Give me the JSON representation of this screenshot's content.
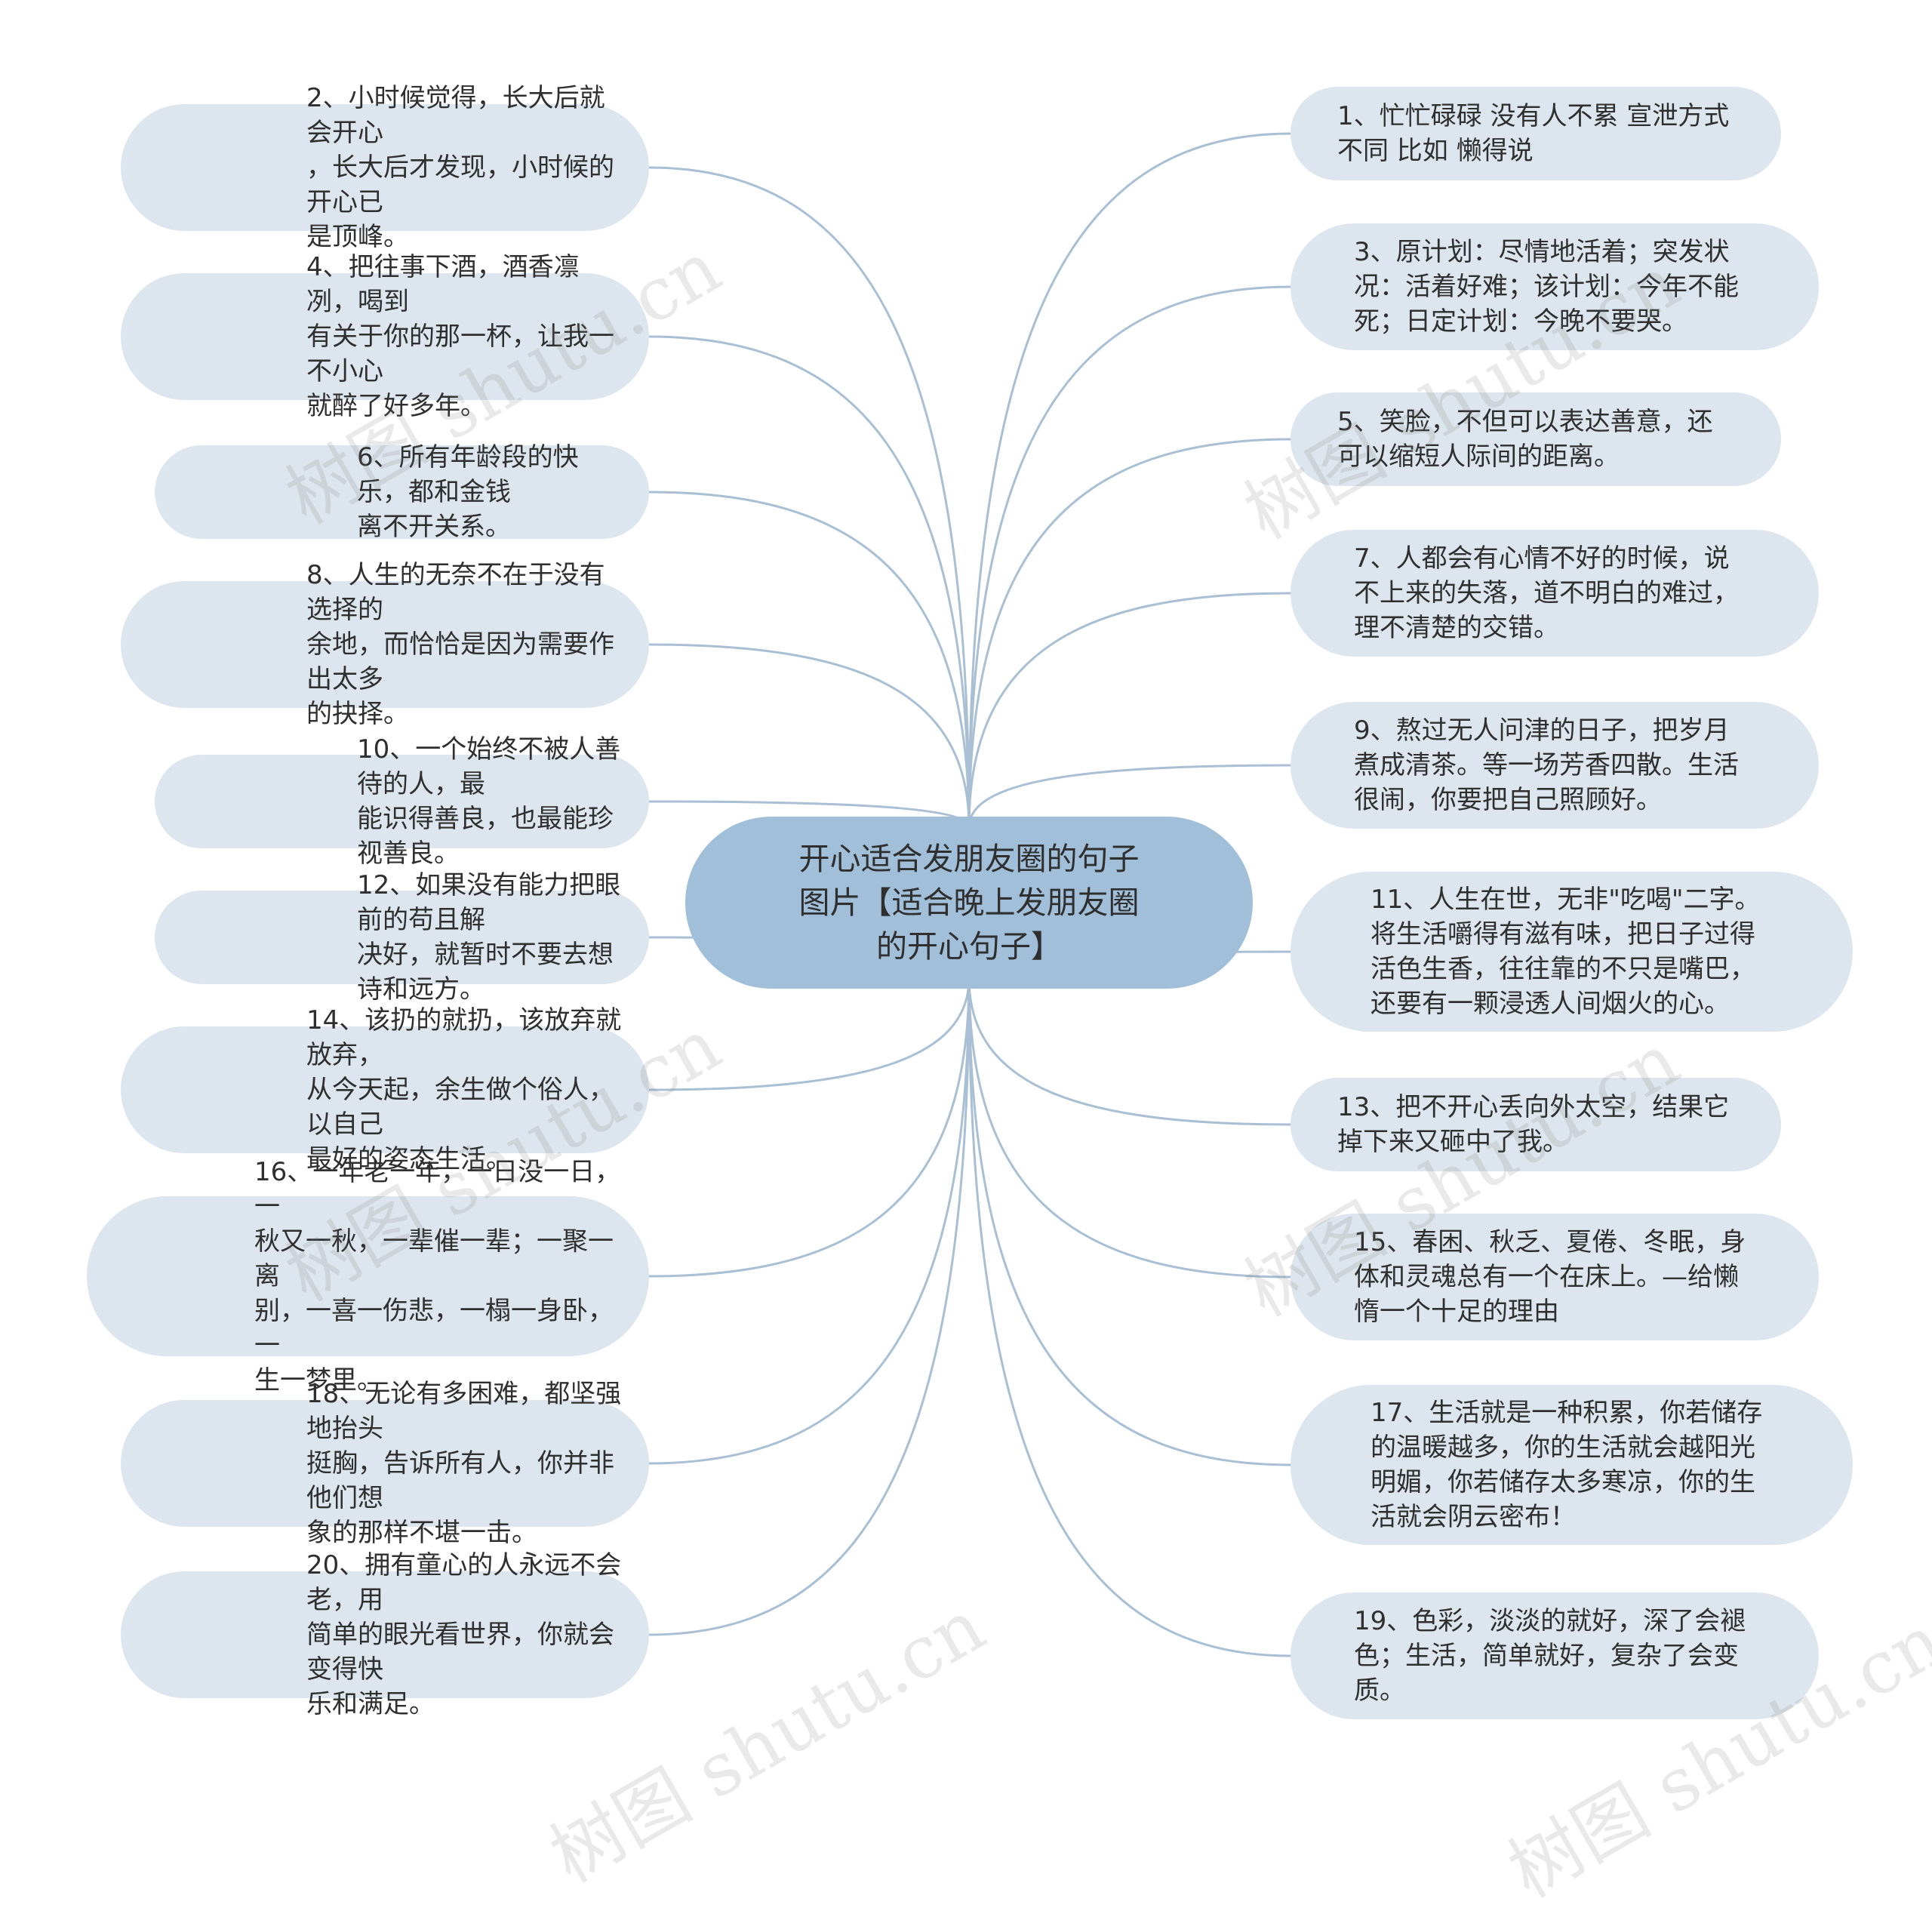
{
  "center": {
    "title": "开心适合发朋友圈的句子\n图片【适合晚上发朋友圈\n的开心句子】"
  },
  "left_nodes": [
    {
      "text": "2、小时候觉得，长大后就会开心\n，长大后才发现，小时候的开心已\n是顶峰。"
    },
    {
      "text": "4、把往事下酒，酒香凛冽，喝到\n有关于你的那一杯，让我一不小心\n就醉了好多年。"
    },
    {
      "text": "6、所有年龄段的快乐，都和金钱\n离不开关系。"
    },
    {
      "text": "8、人生的无奈不在于没有选择的\n余地，而恰恰是因为需要作出太多\n的抉择。"
    },
    {
      "text": "10、一个始终不被人善待的人，最\n能识得善良，也最能珍视善良。"
    },
    {
      "text": "12、如果没有能力把眼前的苟且解\n决好，就暂时不要去想诗和远方。"
    },
    {
      "text": "14、该扔的就扔，该放弃就放弃，\n从今天起，余生做个俗人，以自己\n最好的姿态生活。"
    },
    {
      "text": "16、一年老一年，一日没一日，一\n秋又一秋，一辈催一辈；一聚一离\n别，一喜一伤悲，一榻一身卧，一\n生一梦里。"
    },
    {
      "text": "18、无论有多困难，都坚强地抬头\n挺胸，告诉所有人，你并非他们想\n象的那样不堪一击。"
    },
    {
      "text": "20、拥有童心的人永远不会老，用\n简单的眼光看世界，你就会变得快\n乐和满足。"
    }
  ],
  "right_nodes": [
    {
      "text": "1、忙忙碌碌 没有人不累 宣泄方式\n不同 比如 懒得说"
    },
    {
      "text": "3、原计划：尽情地活着；突发状\n况：活着好难；该计划：今年不能\n死；日定计划：今晚不要哭。"
    },
    {
      "text": "5、笑脸，不但可以表达善意，还\n可以缩短人际间的距离。"
    },
    {
      "text": "7、人都会有心情不好的时候，说\n不上来的失落，道不明白的难过，\n理不清楚的交错。"
    },
    {
      "text": "9、熬过无人问津的日子，把岁月\n煮成清茶。等一场芳香四散。生活\n很闹，你要把自己照顾好。"
    },
    {
      "text": "11、人生在世，无非\"吃喝\"二字。\n将生活嚼得有滋有味，把日子过得\n活色生香，往往靠的不只是嘴巴，\n还要有一颗浸透人间烟火的心。"
    },
    {
      "text": "13、把不开心丢向外太空，结果它\n掉下来又砸中了我。"
    },
    {
      "text": "15、春困、秋乏、夏倦、冬眠，身\n体和灵魂总有一个在床上。—给懒\n惰一个十足的理由"
    },
    {
      "text": "17、生活就是一种积累，你若储存\n的温暖越多，你的生活就会越阳光\n明媚，你若储存太多寒凉，你的生\n活就会阴云密布！"
    },
    {
      "text": "19、色彩，淡淡的就好，深了会褪\n色；生活，简单就好，复杂了会变\n质。"
    }
  ],
  "watermark": {
    "text": "树图 shutu.cn"
  },
  "colors": {
    "center_fill": "#a2bfda",
    "node_fill": "#dde6ee",
    "edge": "#a9bfd4",
    "text": "#2f2f2f"
  }
}
